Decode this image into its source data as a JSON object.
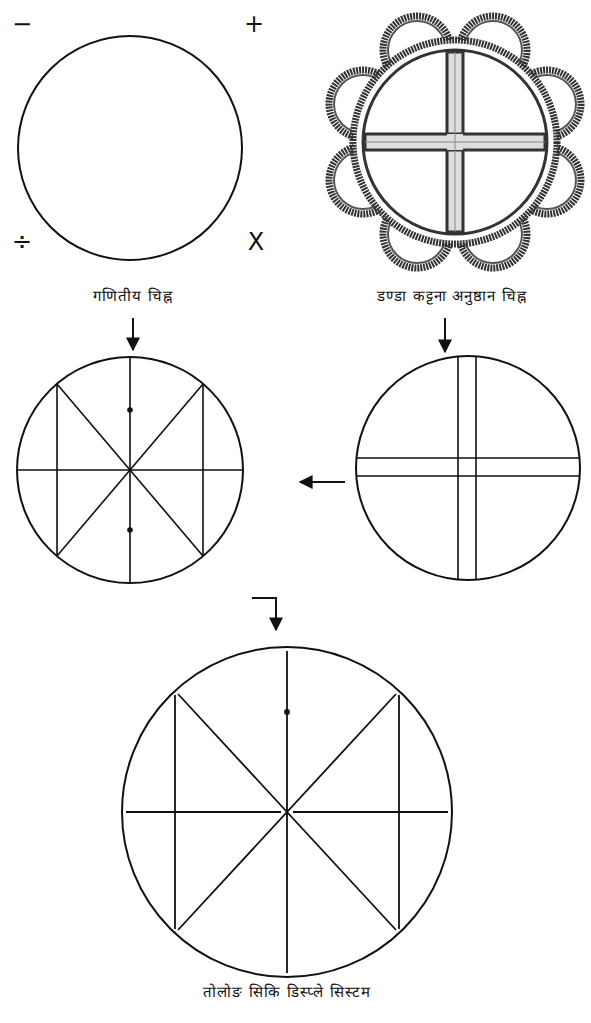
{
  "diagram": {
    "labels": [
      "−",
      "+",
      "÷",
      "X",
      "गणितीय चिह्न",
      "डण्डा कट्टना अनुष्ठान चिह्न",
      "तोलोङ सिकि डिस्प्ले सिस्टम"
    ]
  }
}
